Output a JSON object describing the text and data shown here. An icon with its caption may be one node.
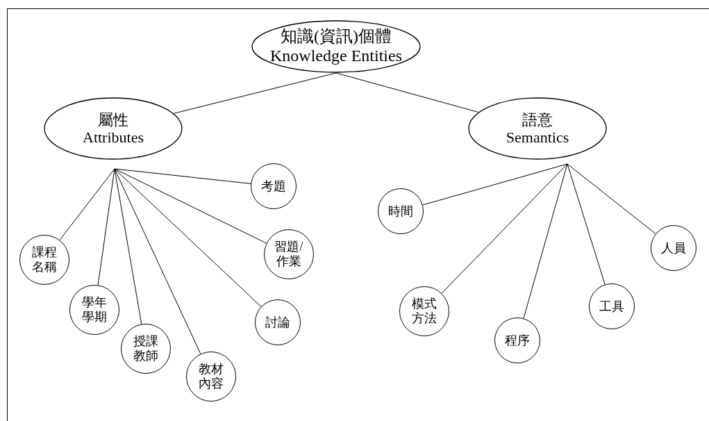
{
  "diagram": {
    "nodes": [
      {
        "text": [
          "知識(資訊)個體",
          "Knowledge Entities"
        ]
      },
      {
        "text": [
          "屬性",
          "Attributes"
        ]
      },
      {
        "text": [
          "語意",
          "Semantics"
        ]
      },
      {
        "text": [
          "考題"
        ]
      },
      {
        "text": [
          "課程名稱"
        ]
      },
      {
        "text": [
          "習題/作業"
        ]
      },
      {
        "text": [
          "學年學期"
        ]
      },
      {
        "text": [
          "討論"
        ]
      },
      {
        "text": [
          "授課教師"
        ]
      },
      {
        "text": [
          "教材內容"
        ]
      },
      {
        "text": [
          "時間"
        ]
      },
      {
        "text": [
          "人員"
        ]
      },
      {
        "text": [
          "模式方法"
        ]
      },
      {
        "text": [
          "工具"
        ]
      },
      {
        "text": [
          "程序"
        ]
      }
    ],
    "edges": [
      {
        "from": 0,
        "to": 1,
        "arrow": "none"
      },
      {
        "from": 0,
        "to": 2,
        "arrow": "none"
      },
      {
        "from": 1,
        "to": 3,
        "arrow": "none"
      },
      {
        "from": 1,
        "to": 4,
        "arrow": "none"
      },
      {
        "from": 1,
        "to": 5,
        "arrow": "none"
      },
      {
        "from": 1,
        "to": 6,
        "arrow": "none"
      },
      {
        "from": 1,
        "to": 7,
        "arrow": "none"
      },
      {
        "from": 1,
        "to": 8,
        "arrow": "none"
      },
      {
        "from": 1,
        "to": 9,
        "arrow": "none"
      },
      {
        "from": 2,
        "to": 10,
        "arrow": "none"
      },
      {
        "from": 2,
        "to": 11,
        "arrow": "none"
      },
      {
        "from": 2,
        "to": 12,
        "arrow": "none"
      },
      {
        "from": 2,
        "to": 13,
        "arrow": "none"
      },
      {
        "from": 2,
        "to": 14,
        "arrow": "none"
      }
    ]
  }
}
